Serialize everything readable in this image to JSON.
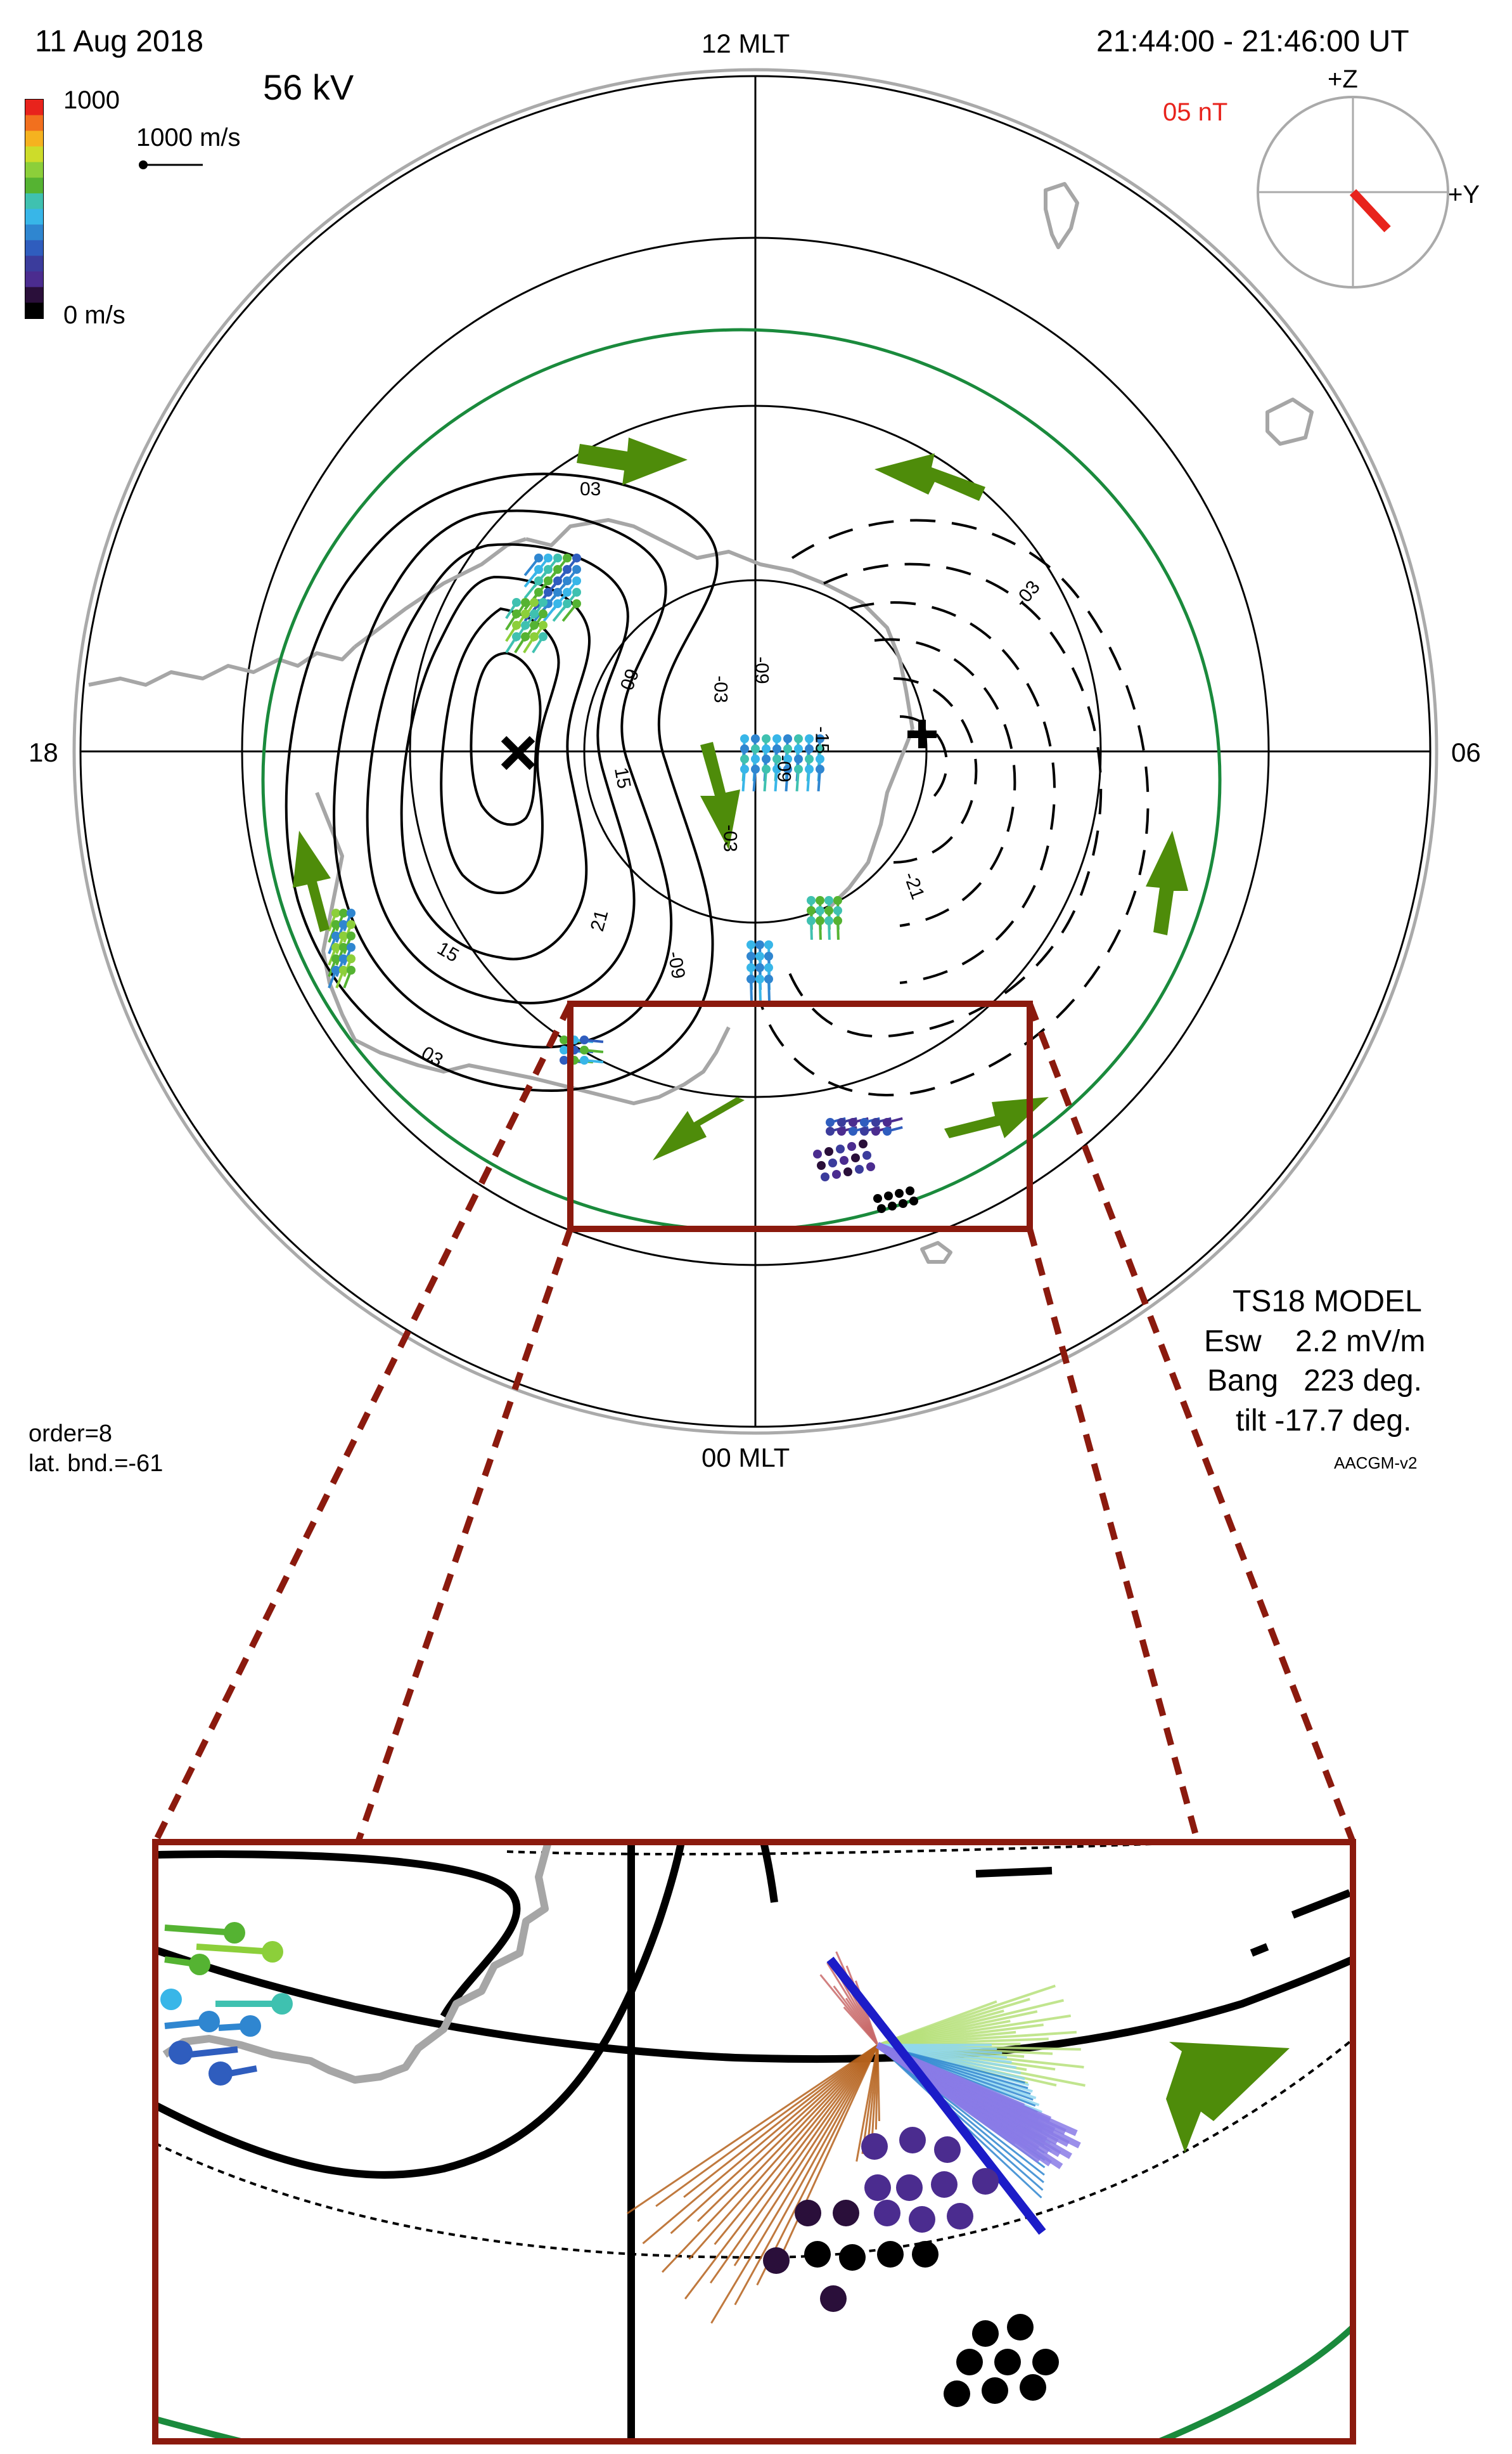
{
  "header": {
    "date": "11  Aug  2018",
    "potential": "56 kV",
    "time_range": "21:44:00  -  21:46:00  UT"
  },
  "scale": {
    "max_label": "1000",
    "min_label": "0 m/s",
    "vector_label": "1000 m/s",
    "colors": [
      "#e8231c",
      "#f2701e",
      "#f5b21f",
      "#cddc2a",
      "#8ccf3a",
      "#55b332",
      "#3fc1b0",
      "#38b6e8",
      "#2f86d0",
      "#2f5dbe",
      "#3b3c9c",
      "#4b2c8f",
      "#2a0f3a",
      "#000000"
    ]
  },
  "imf_clock": {
    "magnitude_label": "05 nT",
    "plus_z": "+Z",
    "plus_y": "+Y",
    "clock_angle_deg": 223
  },
  "map": {
    "mlt_top": "12 MLT",
    "mlt_bottom": "00 MLT",
    "mlt_left": "18",
    "mlt_right": "06",
    "contour_labels": [
      "03",
      "09",
      "15",
      "21",
      "-03",
      "-09",
      "-15",
      "-21"
    ],
    "colors": {
      "contour": "#000000",
      "boundary": "#1a8a3c",
      "arrow": "#4e8c0a",
      "coast": "#a6a6a6",
      "inset_frame": "#8b1a0e"
    }
  },
  "model": {
    "name": "TS18 MODEL",
    "esw": "Esw    2.2 mV/m",
    "bang": "Bang   223 deg.",
    "tilt": "tilt -17.7 deg.",
    "coords": "AACGM-v2"
  },
  "fit": {
    "order": "order=8",
    "lat_bnd": "lat. bnd.=-61"
  }
}
